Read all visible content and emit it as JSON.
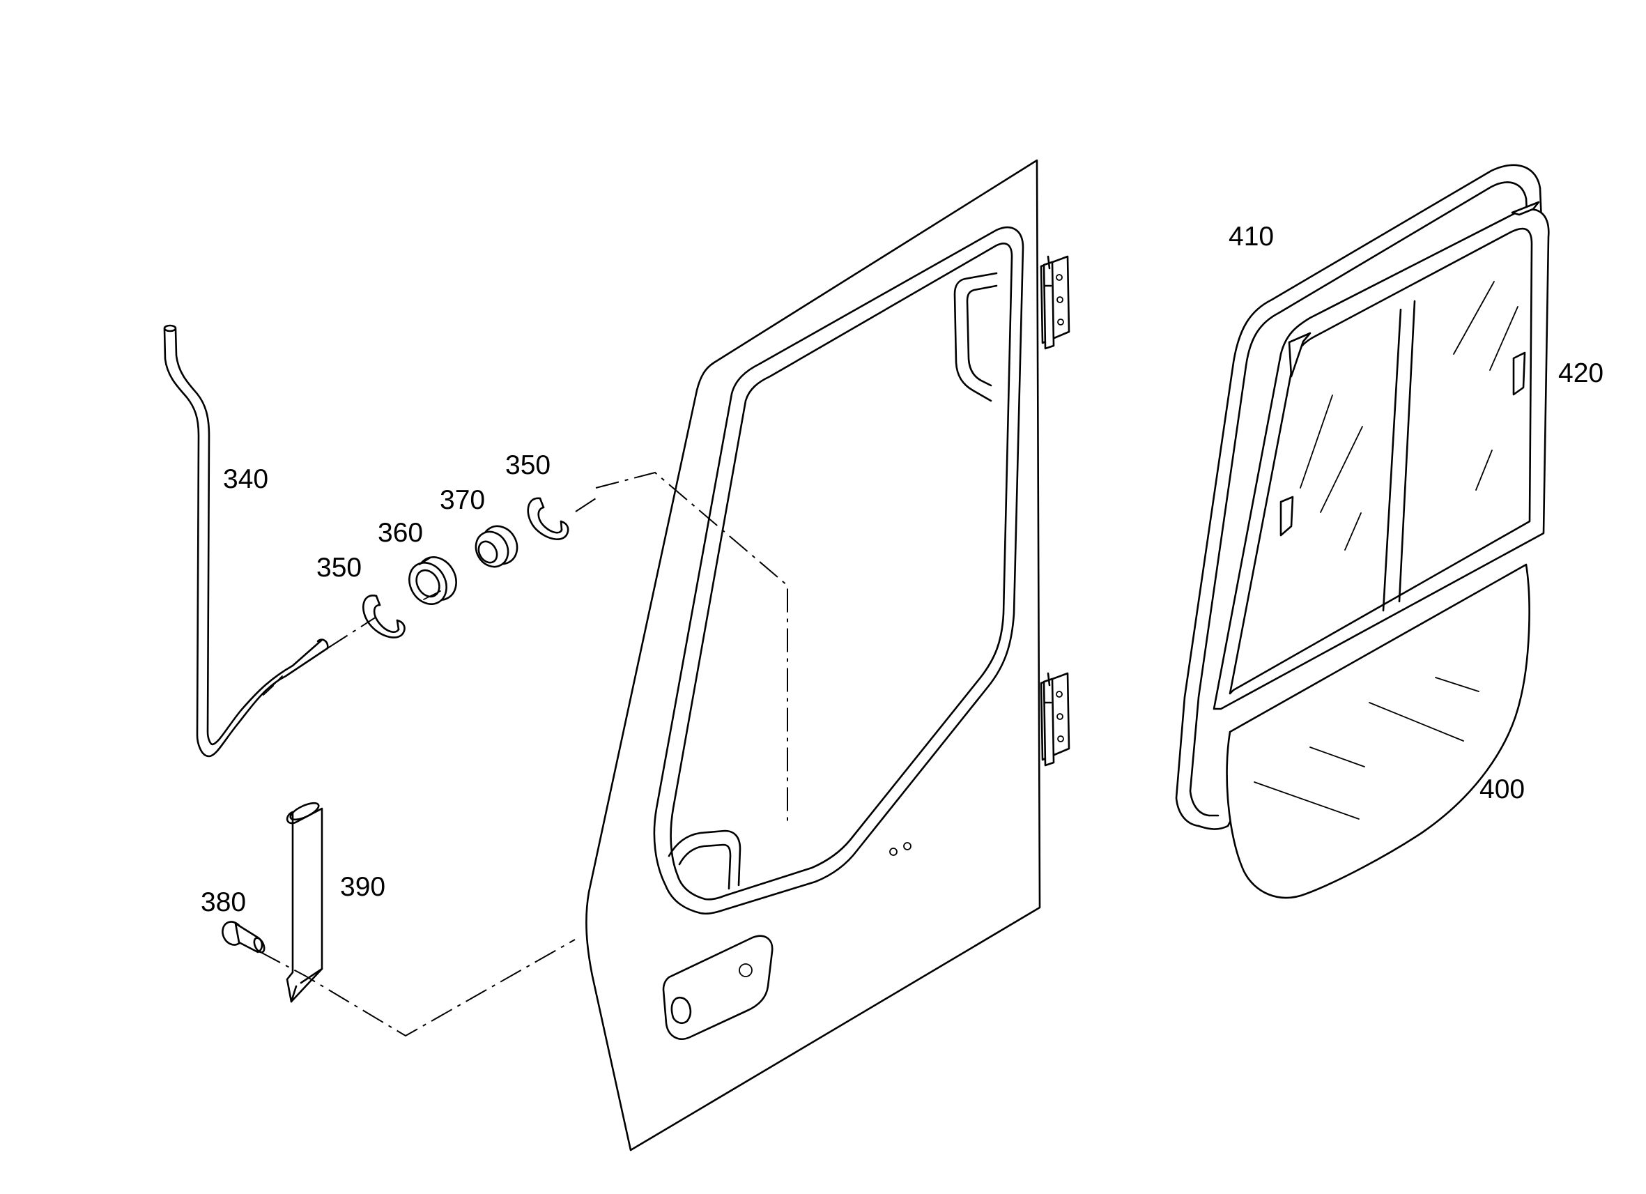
{
  "callouts": {
    "c340": "340",
    "c350a": "350",
    "c360": "360",
    "c370": "370",
    "c350b": "350",
    "c380": "380",
    "c390": "390",
    "c400": "400",
    "c410": "410",
    "c420": "420"
  },
  "colors": {
    "line": "#000000",
    "background": "#ffffff"
  }
}
